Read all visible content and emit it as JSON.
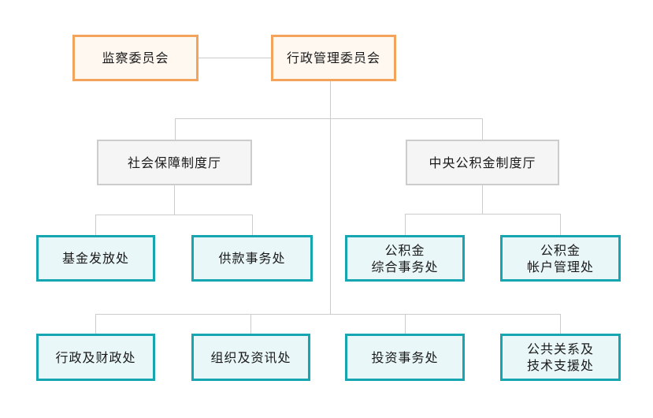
{
  "chart": {
    "type": "org-chart",
    "palette": {
      "committee_border": "#f2a45c",
      "committee_fill": "#fef8f1",
      "department_border": "#cccccc",
      "department_fill": "#f5f5f5",
      "division_border": "#15a6b1",
      "division_fill": "#e9f7f8",
      "connector": "#cccccc",
      "text": "#1a1a1a",
      "background": "#ffffff"
    },
    "nodes": [
      {
        "id": "supervisory-committee",
        "label": "监察委员会",
        "level": "committee"
      },
      {
        "id": "admin-management-committee",
        "label": "行政管理委员会",
        "level": "committee"
      },
      {
        "id": "social-security-system-dept",
        "label": "社会保障制度厅",
        "level": "department"
      },
      {
        "id": "central-provident-fund-system-dept",
        "label": "中央公积金制度厅",
        "level": "department"
      },
      {
        "id": "fund-disbursement-division",
        "label": "基金发放处",
        "level": "division"
      },
      {
        "id": "contribution-affairs-division",
        "label": "供款事务处",
        "level": "division"
      },
      {
        "id": "pf-general-affairs-division",
        "label": "公积金综合事务处",
        "line1": "公积金",
        "line2": "综合事务处",
        "level": "division"
      },
      {
        "id": "pf-account-management-division",
        "label": "公积金帐户管理处",
        "line1": "公积金",
        "line2": "帐户管理处",
        "level": "division"
      },
      {
        "id": "admin-finance-division",
        "label": "行政及财政处",
        "level": "division"
      },
      {
        "id": "org-information-division",
        "label": "组织及资讯处",
        "level": "division"
      },
      {
        "id": "investment-affairs-division",
        "label": "投资事务处",
        "level": "division"
      },
      {
        "id": "pr-tech-support-division",
        "label": "公共关系及技术支援处",
        "line1": "公共关系及",
        "line2": "技术支援处",
        "level": "division"
      }
    ],
    "edges": [
      {
        "from": "监察委员会",
        "to": "行政管理委员会",
        "type": "lateral"
      },
      {
        "from": "行政管理委员会",
        "to": "社会保障制度厅",
        "type": "parent-child"
      },
      {
        "from": "行政管理委员会",
        "to": "中央公积金制度厅",
        "type": "parent-child"
      },
      {
        "from": "社会保障制度厅",
        "to": "基金发放处",
        "type": "parent-child"
      },
      {
        "from": "社会保障制度厅",
        "to": "供款事务处",
        "type": "parent-child"
      },
      {
        "from": "中央公积金制度厅",
        "to": "公积金综合事务处",
        "type": "parent-child"
      },
      {
        "from": "中央公积金制度厅",
        "to": "公积金帐户管理处",
        "type": "parent-child"
      },
      {
        "from": "行政管理委员会",
        "to": "行政及财政处",
        "type": "parent-child"
      },
      {
        "from": "行政管理委员会",
        "to": "组织及资讯处",
        "type": "parent-child"
      },
      {
        "from": "行政管理委员会",
        "to": "投资事务处",
        "type": "parent-child"
      },
      {
        "from": "行政管理委员会",
        "to": "公共关系及技术支援处",
        "type": "parent-child"
      }
    ]
  }
}
